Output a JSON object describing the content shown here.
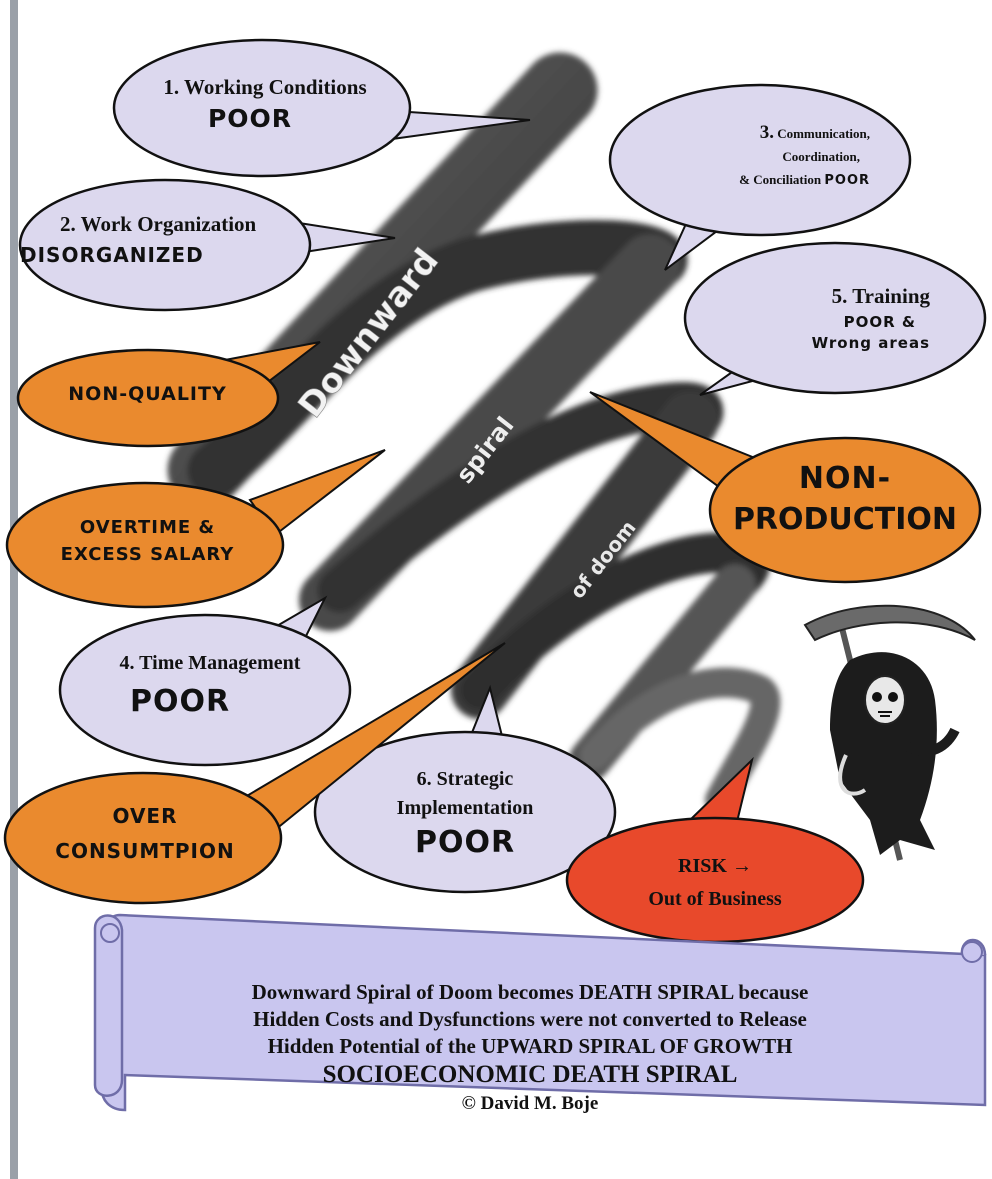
{
  "colors": {
    "bubble_lavender": "#dcd8ee",
    "bubble_orange": "#ea8a2e",
    "bubble_red": "#e8492b",
    "scroll_fill": "#c9c6ef",
    "spiral_dark": "#2b2b2b"
  },
  "spiral": {
    "word1": "Downward",
    "word2": "spiral",
    "word3": "of doom"
  },
  "bubbles": {
    "b1": {
      "line1": "1. Working Conditions",
      "line2": "POOR"
    },
    "b2": {
      "line1": "2. Work Organization",
      "line2": "DISORGANIZED"
    },
    "b3": {
      "line1": "3.",
      "line1b": "Communication,",
      "line2": "Coordination,",
      "line3": "& Conciliation",
      "line3b": "POOR"
    },
    "b5": {
      "line1": "5. Training",
      "line2": "POOR &",
      "line3": "Wrong areas"
    },
    "b4": {
      "line1": "4. Time Management",
      "line2": "POOR"
    },
    "b6": {
      "line1": "6. Strategic",
      "line2": "Implementation",
      "line3": "POOR"
    }
  },
  "outcomes": {
    "non_quality": "NON-QUALITY",
    "overtime": {
      "line1": "OVERTIME &",
      "line2": "EXCESS SALARY"
    },
    "non_production": {
      "line1": "NON-",
      "line2": "PRODUCTION"
    },
    "over_consumption": {
      "line1": "OVER",
      "line2": "CONSUMTPION"
    },
    "risk": {
      "line1": "RISK →",
      "line2": "Out of Business"
    }
  },
  "icons": [
    "grim-reaper-icon"
  ],
  "banner": {
    "line1": "Downward Spiral of Doom becomes DEATH SPIRAL because",
    "line2": "Hidden Costs and Dysfunctions were not converted to Release",
    "line3": "Hidden Potential of the UPWARD SPIRAL OF GROWTH",
    "line4": "SOCIOECONOMIC DEATH SPIRAL",
    "line5": "© David M. Boje"
  }
}
